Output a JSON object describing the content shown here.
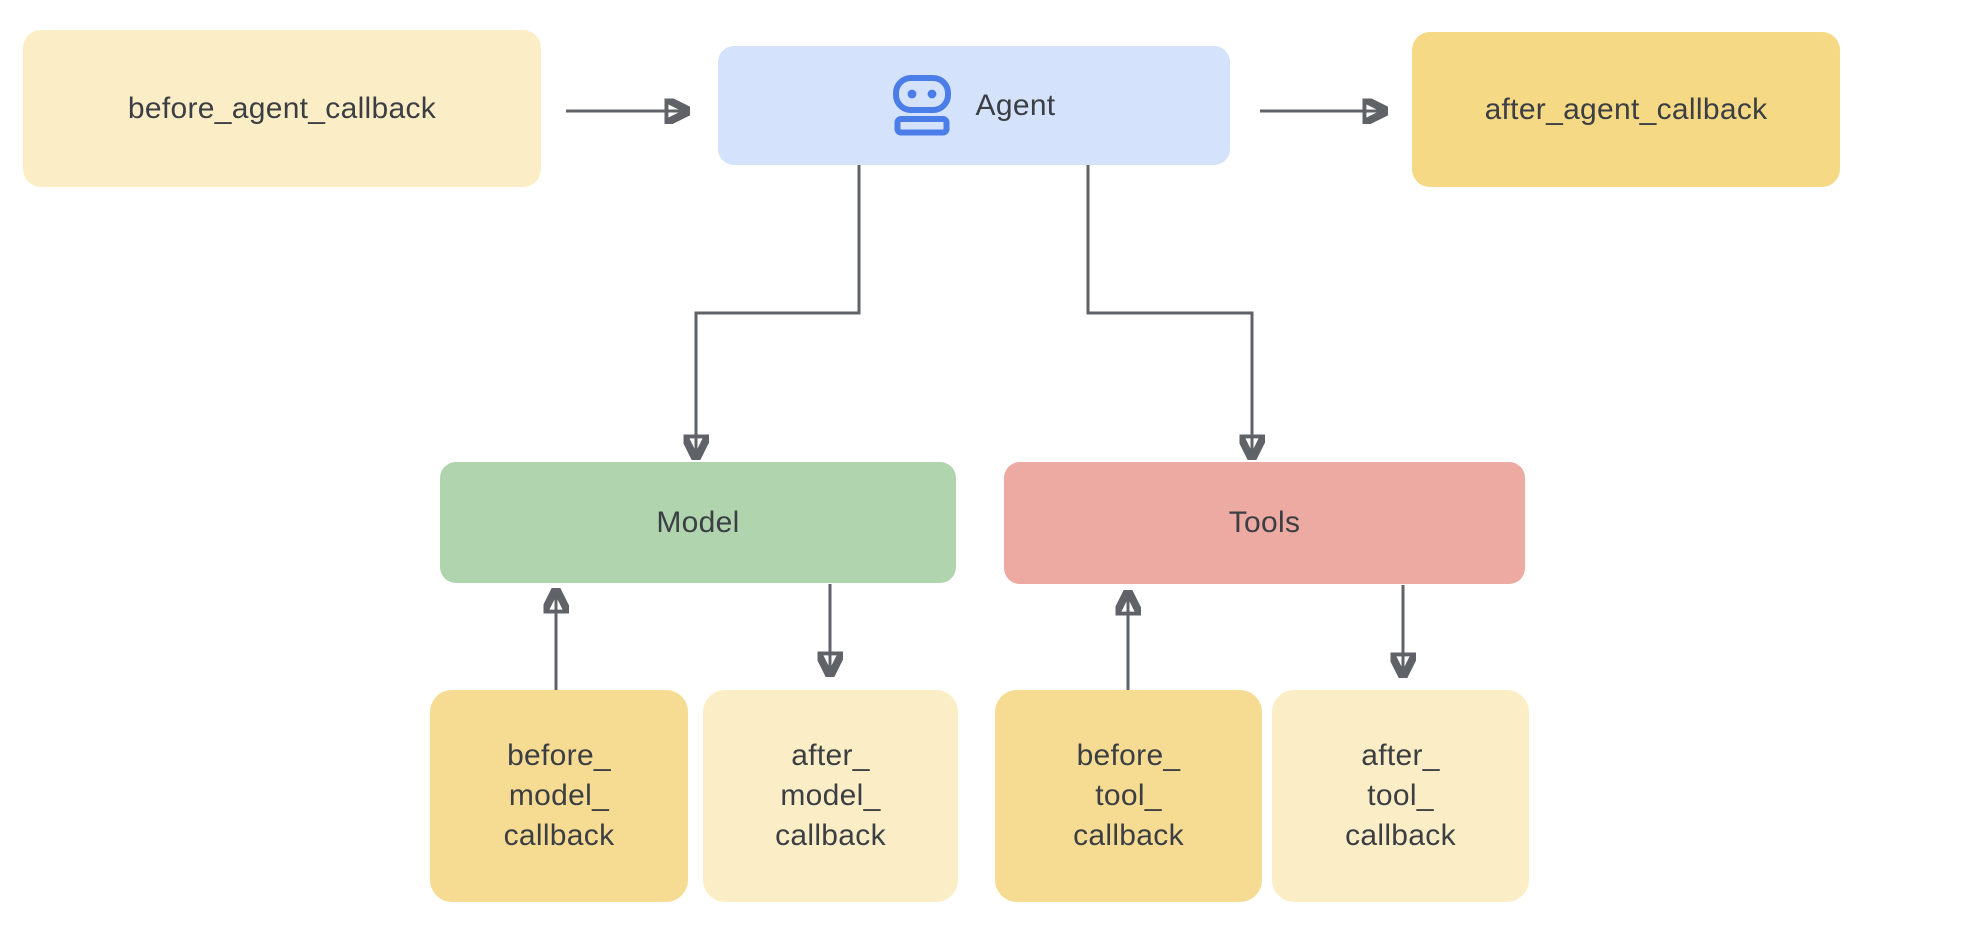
{
  "diagram": {
    "nodes": {
      "before_agent": {
        "label": "before_agent_callback"
      },
      "agent": {
        "label": "Agent",
        "icon": "robot-icon"
      },
      "after_agent": {
        "label": "after_agent_callback"
      },
      "model": {
        "label": "Model"
      },
      "tools": {
        "label": "Tools"
      },
      "before_model": {
        "line1": "before_",
        "line2": "model_",
        "line3": "callback"
      },
      "after_model": {
        "line1": "after_",
        "line2": "model_",
        "line3": "callback"
      },
      "before_tool": {
        "line1": "before_",
        "line2": "tool_",
        "line3": "callback"
      },
      "after_tool": {
        "line1": "after_",
        "line2": "tool_",
        "line3": "callback"
      }
    },
    "edges": [
      {
        "from": "before_agent_callback",
        "to": "Agent"
      },
      {
        "from": "Agent",
        "to": "after_agent_callback"
      },
      {
        "from": "Agent",
        "to": "Model"
      },
      {
        "from": "Agent",
        "to": "Tools"
      },
      {
        "from": "before_model_callback",
        "to": "Model"
      },
      {
        "from": "Model",
        "to": "after_model_callback"
      },
      {
        "from": "before_tool_callback",
        "to": "Tools"
      },
      {
        "from": "Tools",
        "to": "after_tool_callback"
      }
    ]
  },
  "colors": {
    "canvas-bg": "#ffffff",
    "pale-yellow": "#fbeec6",
    "deep-yellow": "#f6d985",
    "mid-yellow": "#f6dc92",
    "agent-blue-bg": "#d5e2fb",
    "robot-blue": "#4a7de8",
    "model-green": "#afd4ae",
    "tools-red": "#ecaaa2",
    "arrow-gray": "#5f6368",
    "text-dark": "#3b3e42"
  }
}
